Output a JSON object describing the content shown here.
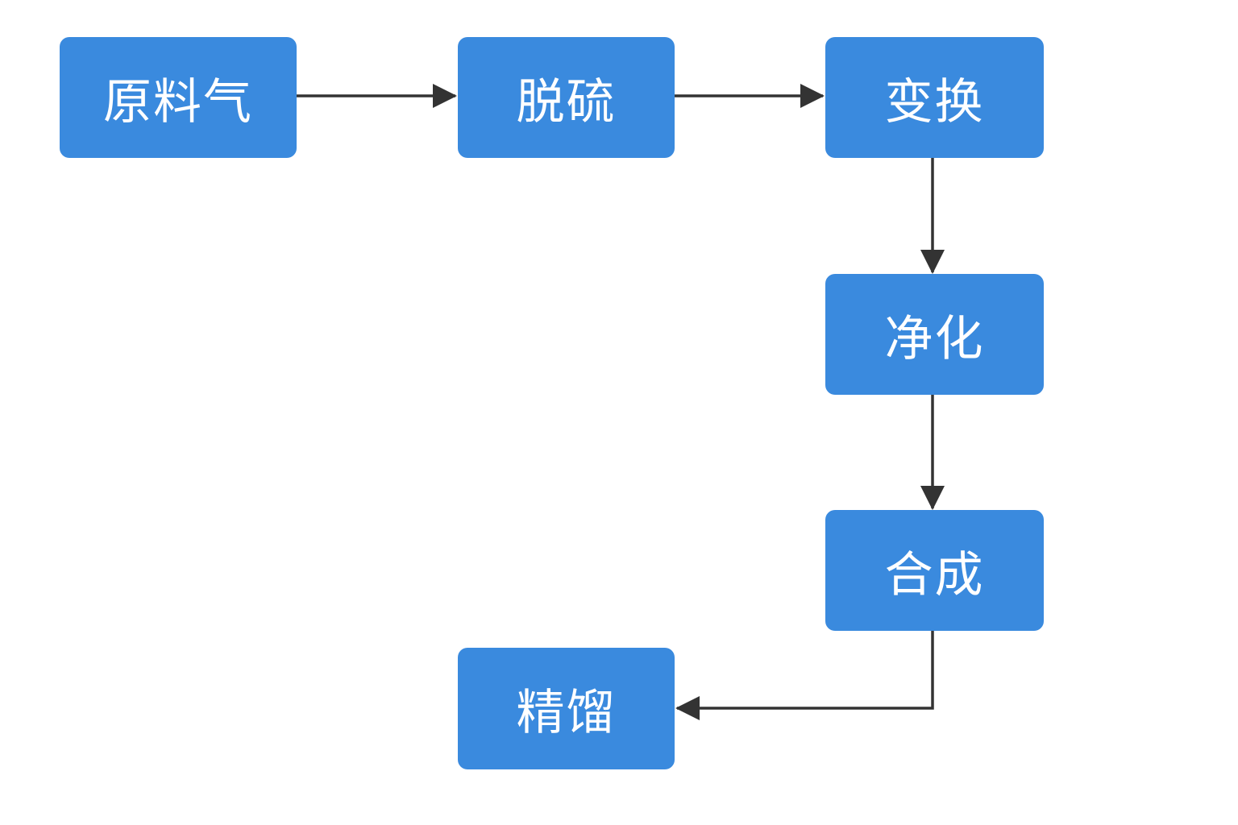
{
  "diagram": {
    "node_color": "#3a8ade",
    "arrow_color": "#333333",
    "nodes": {
      "raw_gas": "原料气",
      "desulfurize": "脱硫",
      "shift": "变换",
      "purify": "净化",
      "synthesis": "合成",
      "rectification": "精馏"
    },
    "edges": [
      {
        "from": "原料气",
        "to": "脱硫"
      },
      {
        "from": "脱硫",
        "to": "变换"
      },
      {
        "from": "变换",
        "to": "净化"
      },
      {
        "from": "净化",
        "to": "合成"
      },
      {
        "from": "合成",
        "to": "精馏"
      }
    ]
  }
}
